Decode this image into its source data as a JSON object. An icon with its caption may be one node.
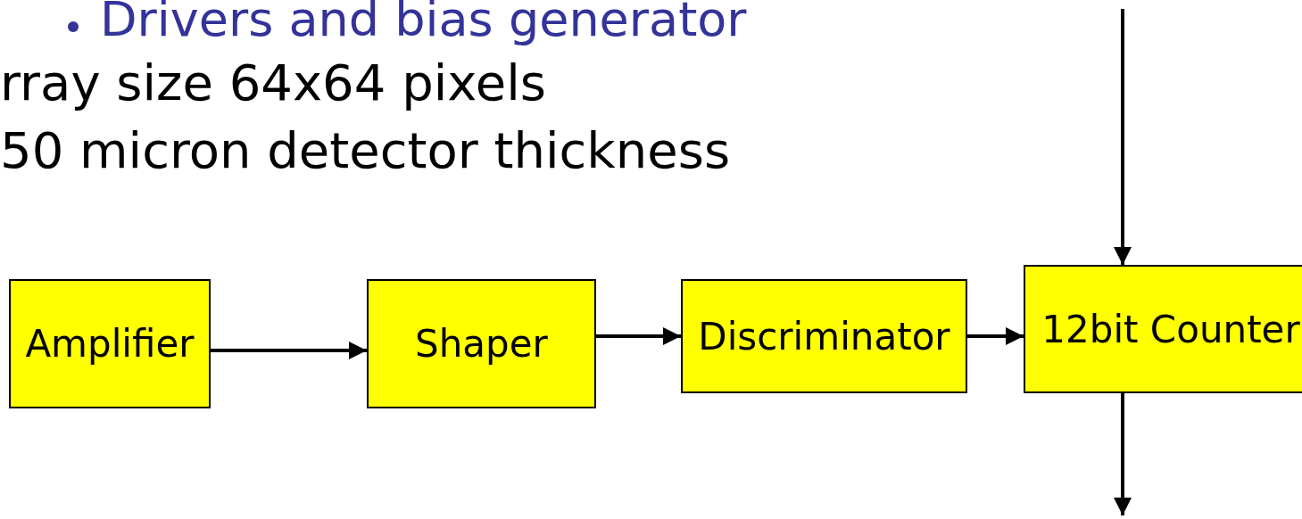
{
  "diagram": {
    "nodes": [
      {
        "text": [
          "Amplifier"
        ]
      },
      {
        "text": [
          "Shaper"
        ]
      },
      {
        "text": [
          "Discriminator"
        ]
      },
      {
        "text": [
          "12bit Counter"
        ]
      }
    ],
    "edges": [
      {
        "from": 0,
        "to": 1,
        "arrow": "to"
      },
      {
        "from": 1,
        "to": 2,
        "arrow": "to"
      },
      {
        "from": 2,
        "to": 3,
        "arrow": "to"
      },
      {
        "from": null,
        "to": 3,
        "arrow": "to"
      },
      {
        "from": 3,
        "to": null,
        "arrow": "to"
      }
    ],
    "labels": [
      "Drivers and bias generator",
      "rray size 64x64 pixels",
      "50 micron detector thickness"
    ]
  }
}
